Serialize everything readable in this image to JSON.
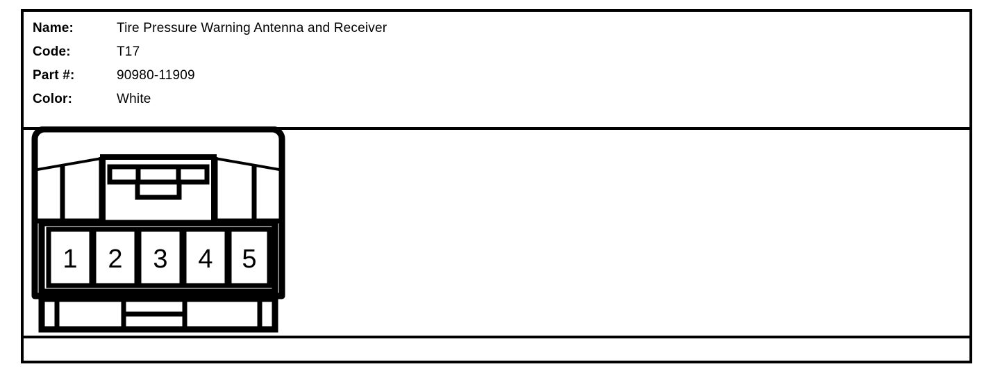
{
  "document": {
    "type": "connector-reference-sheet",
    "background_color": "#ffffff",
    "line_color": "#000000"
  },
  "spec": {
    "rows": [
      {
        "label": "Name:",
        "value": "Tire Pressure Warning Antenna and Receiver"
      },
      {
        "label": "Code:",
        "value": "T17"
      },
      {
        "label": "Part #:",
        "value": "90980-11909"
      },
      {
        "label": "Color:",
        "value": "White"
      }
    ]
  },
  "connector": {
    "cavity_count": 5,
    "pins": [
      {
        "number": "1"
      },
      {
        "number": "2"
      },
      {
        "number": "3"
      },
      {
        "number": "4"
      },
      {
        "number": "5"
      }
    ]
  }
}
